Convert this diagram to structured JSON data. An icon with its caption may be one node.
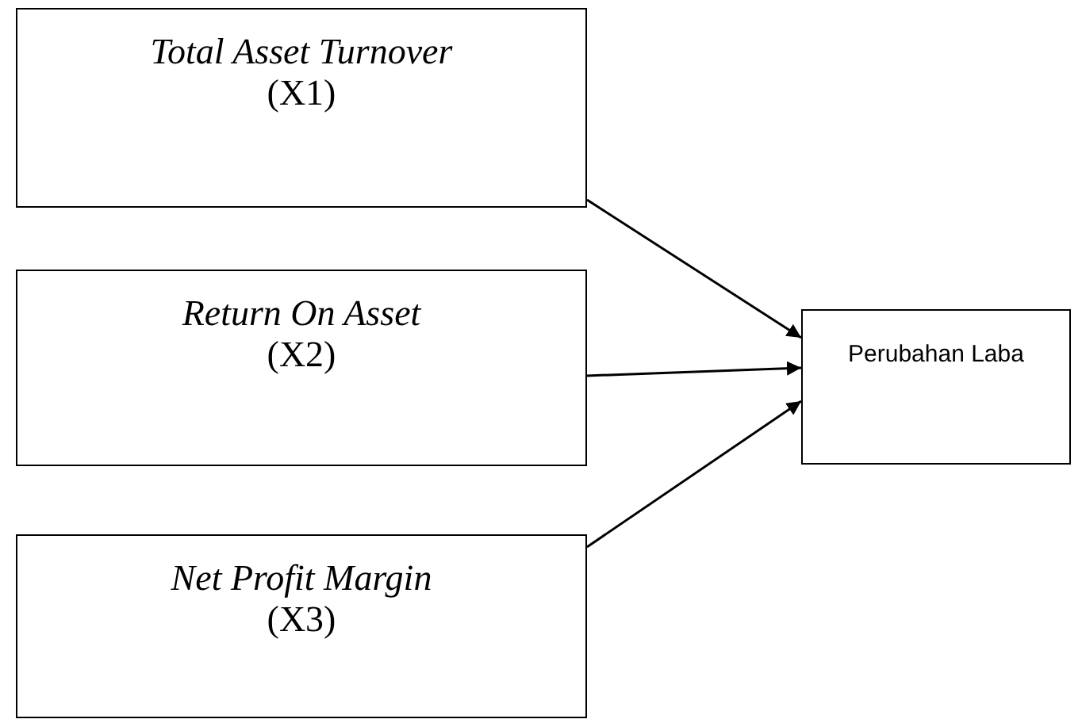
{
  "diagram": {
    "nodes": [
      {
        "text": [
          "Total Asset Turnover",
          "(X1)"
        ]
      },
      {
        "text": [
          "Return On Asset",
          "(X2)"
        ]
      },
      {
        "text": [
          "Net Profit Margin",
          "(X3)"
        ]
      },
      {
        "text": [
          "Perubahan Laba"
        ]
      }
    ],
    "edges": [
      {
        "from": 0,
        "to": 3,
        "arrow": "to"
      },
      {
        "from": 1,
        "to": 3,
        "arrow": "to"
      },
      {
        "from": 2,
        "to": 3,
        "arrow": "to"
      }
    ]
  }
}
